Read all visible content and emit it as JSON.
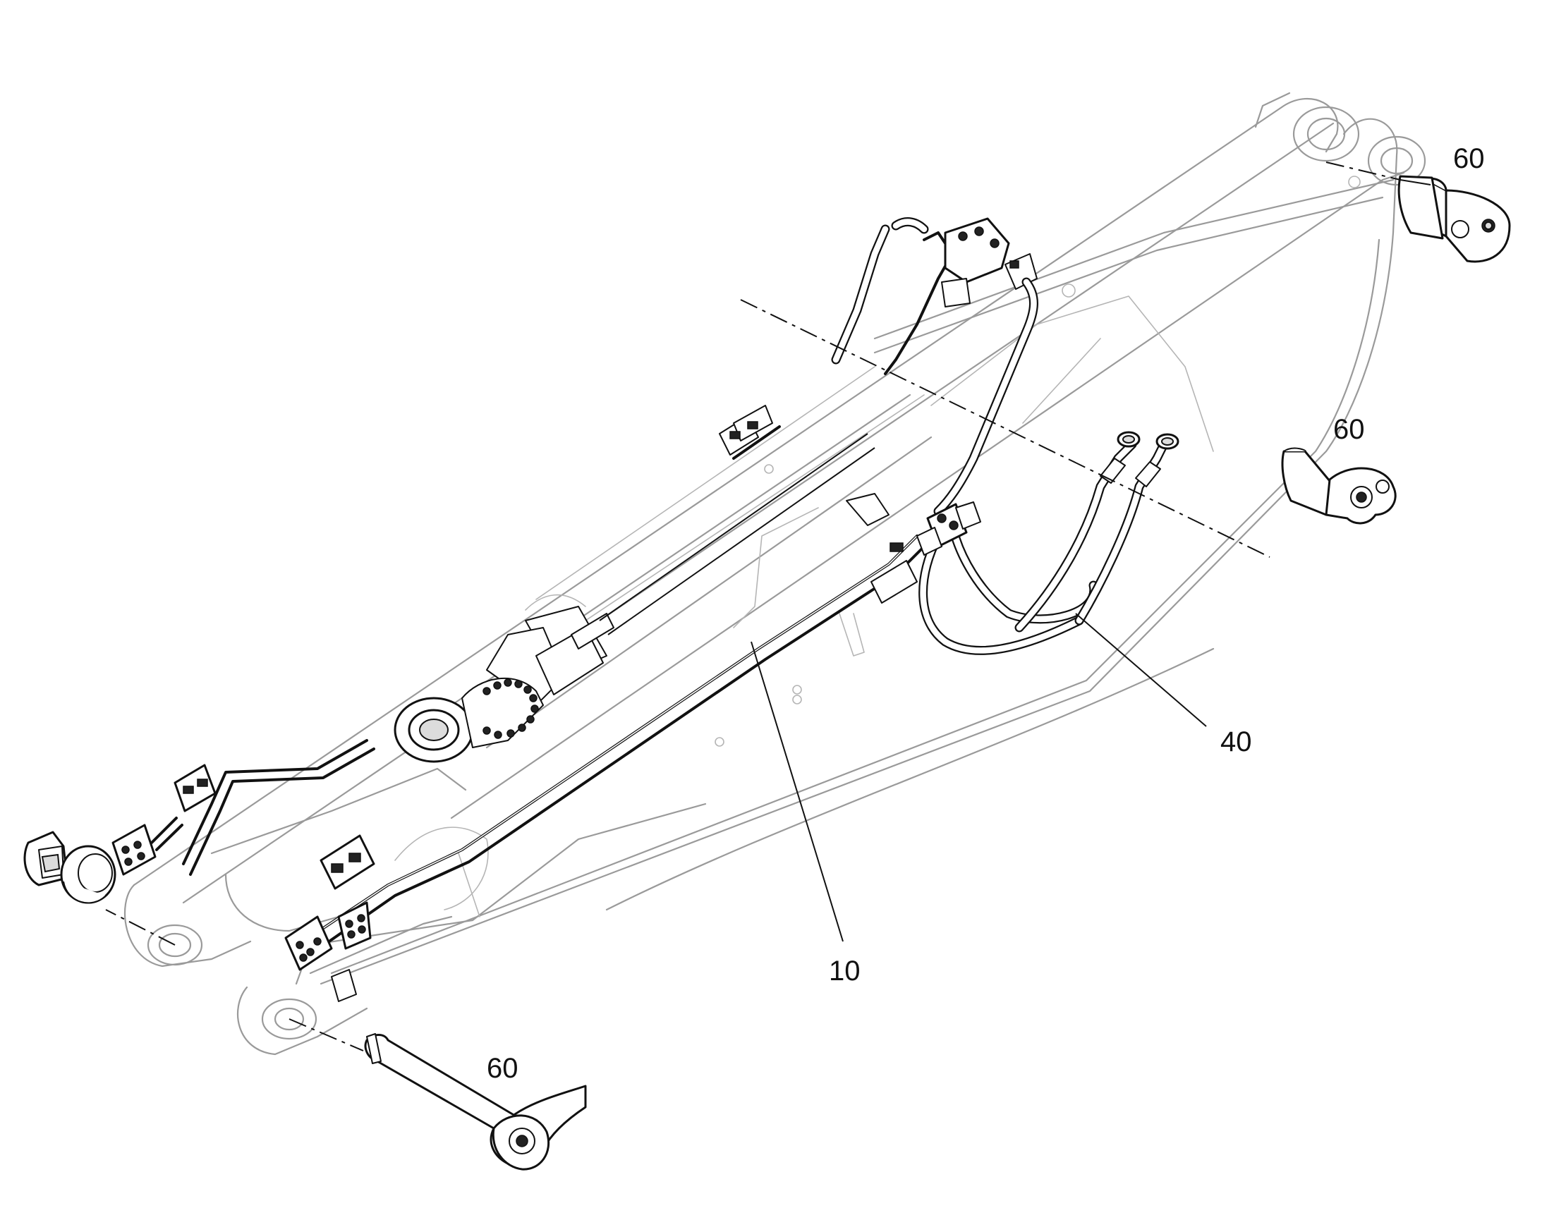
{
  "callouts": [
    {
      "id": "pin-top-right",
      "label": "60"
    },
    {
      "id": "pin-middle-right",
      "label": "60"
    },
    {
      "id": "hose-group",
      "label": "40"
    },
    {
      "id": "pipe-line",
      "label": "10"
    },
    {
      "id": "pin-bottom-left",
      "label": "60"
    }
  ]
}
